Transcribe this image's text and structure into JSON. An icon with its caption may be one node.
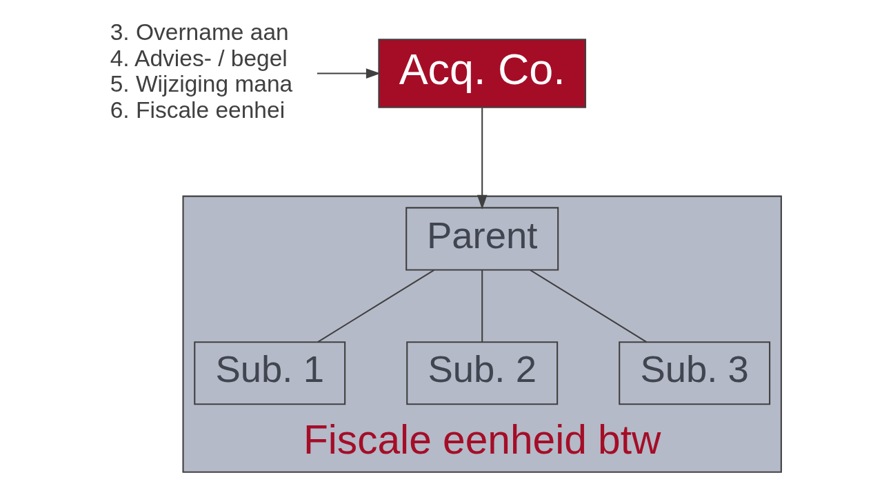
{
  "diagram": {
    "nodes": [
      {
        "text": [
          "Acq. Co."
        ]
      },
      {
        "text": [
          "3. Overname aan",
          "4. Advies- / begel",
          "5. Wijziging mana",
          "6. Fiscale eenhei"
        ]
      },
      {
        "text": [
          "Fiscale eenheid btw"
        ]
      },
      {
        "text": [
          "Parent"
        ],
        "in": 2
      },
      {
        "text": [
          "Sub. 1"
        ],
        "in": 2
      },
      {
        "text": [
          "Sub. 2"
        ],
        "in": 2
      },
      {
        "text": [
          "Sub. 3"
        ],
        "in": 2
      }
    ],
    "edges": [
      {
        "from": 1,
        "to": 0,
        "arrow": "to"
      },
      {
        "from": 0,
        "to": 3,
        "arrow": "to"
      },
      {
        "from": 3,
        "to": 4,
        "arrow": "none"
      },
      {
        "from": 3,
        "to": 5,
        "arrow": "none"
      },
      {
        "from": 3,
        "to": 6,
        "arrow": "none"
      }
    ]
  }
}
